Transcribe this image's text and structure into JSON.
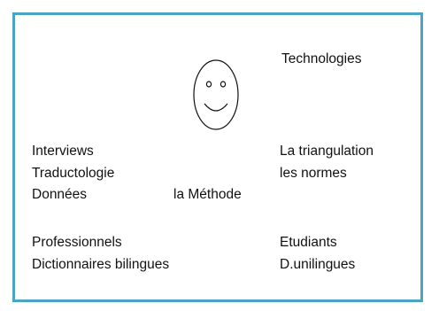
{
  "labels": {
    "technologies": "Technologies",
    "interviews": "Interviews",
    "traductologie": "Traductologie",
    "donnees": "Données",
    "methode": "la Méthode",
    "triangulation": "La triangulation",
    "normes": "les normes",
    "professionnels": "Professionnels",
    "dictionnaires_bilingues": "Dictionnaires bilingues",
    "etudiants": "Etudiants",
    "unilingues": "D.unilingues"
  },
  "icons": {
    "center": "smiley-face-icon"
  },
  "colors": {
    "frame_border": "#4aa5c4",
    "text": "#111111",
    "background": "#ffffff"
  }
}
